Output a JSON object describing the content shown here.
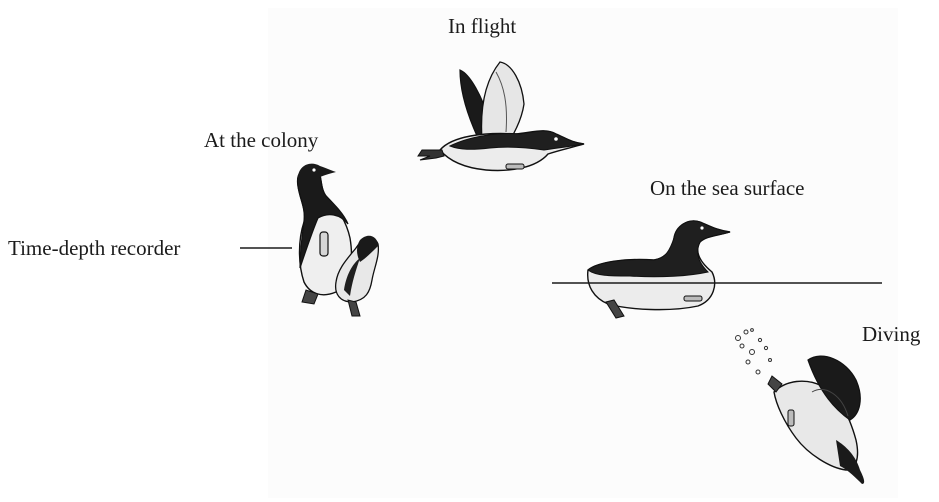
{
  "labels": {
    "in_flight": "In flight",
    "at_colony": "At the colony",
    "sea_surface": "On the sea surface",
    "diving": "Diving",
    "time_depth_recorder": "Time-depth recorder"
  },
  "colors": {
    "ink": "#1b1b1b",
    "plumage_dark": "#1a1a1a",
    "plumage_light": "#e9e9e9",
    "background": "#ffffff"
  }
}
